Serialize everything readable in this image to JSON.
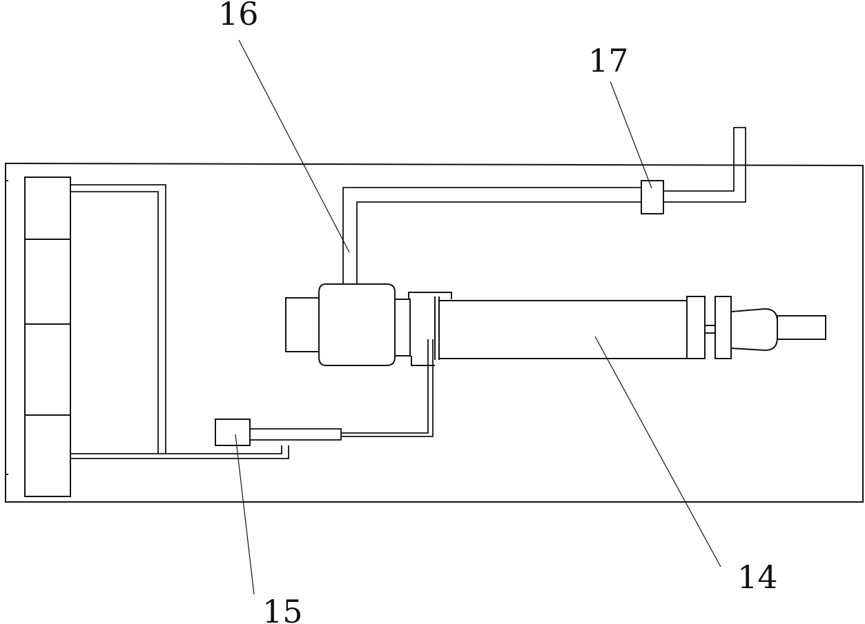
{
  "callouts": [
    {
      "id": "label-16",
      "text": "16"
    },
    {
      "id": "label-17",
      "text": "17"
    },
    {
      "id": "label-14",
      "text": "14"
    },
    {
      "id": "label-15",
      "text": "15"
    }
  ],
  "colors": {
    "stroke": "#111111",
    "background": "#ffffff"
  }
}
